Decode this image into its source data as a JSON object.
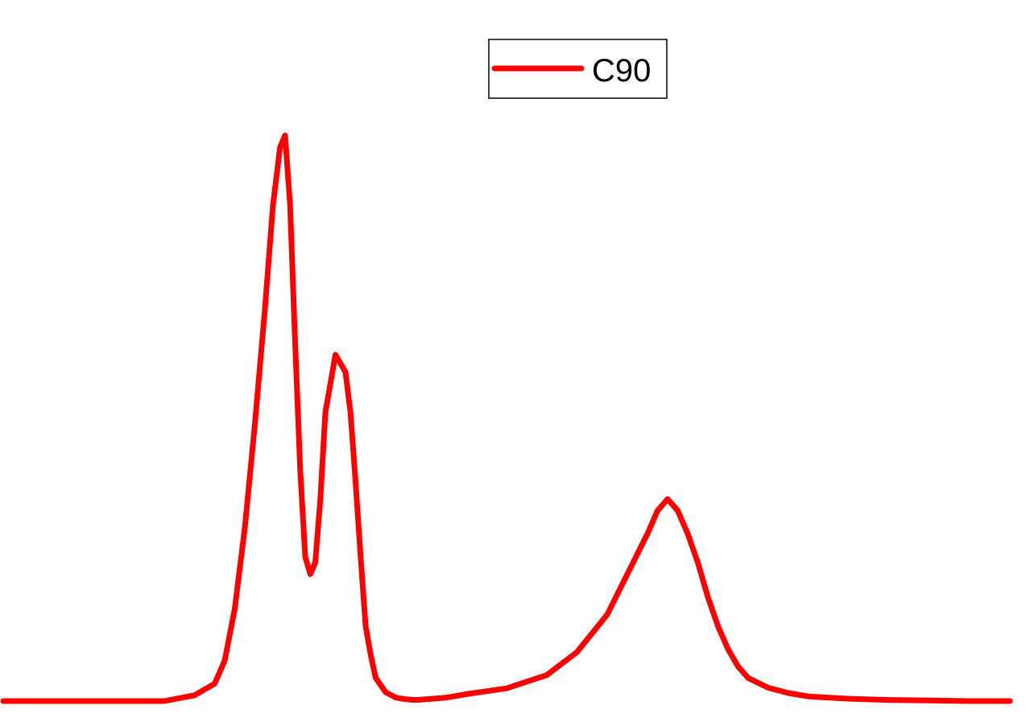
{
  "chart_data": {
    "type": "line",
    "title": "",
    "xlabel": "",
    "ylabel": "",
    "xlim": [
      0,
      100
    ],
    "ylim": [
      0,
      100
    ],
    "grid": false,
    "axes_visible": false,
    "legend": {
      "position": "top-center",
      "entries": [
        "C90"
      ]
    },
    "series": [
      {
        "name": "C90",
        "color": "#ff0000",
        "x": [
          0,
          3,
          8,
          12,
          16,
          19,
          21,
          22,
          23,
          24,
          25,
          26,
          26.8,
          27.5,
          28,
          28.5,
          29,
          29.5,
          30,
          30.5,
          31,
          31.5,
          32,
          33,
          34,
          34.5,
          35,
          35.5,
          36,
          36.5,
          37,
          38,
          39,
          40,
          41,
          42,
          44,
          46,
          50,
          54,
          57,
          60,
          62,
          64,
          65,
          66,
          67,
          68,
          69,
          70,
          71,
          72,
          73,
          74,
          76,
          78,
          80,
          84,
          88,
          92,
          96,
          100
        ],
        "y": [
          0,
          0,
          0,
          0,
          0,
          1,
          3,
          7,
          16,
          30,
          48,
          68,
          86,
          96,
          98,
          86,
          62,
          40,
          25,
          22,
          24,
          35,
          50,
          60,
          57,
          50,
          38,
          25,
          13,
          8,
          4,
          1.5,
          0.6,
          0.3,
          0.2,
          0.3,
          0.6,
          1.2,
          2.2,
          4.5,
          8.5,
          15,
          22,
          29,
          33,
          35,
          33,
          29,
          24,
          18,
          13,
          9,
          6,
          4,
          2.3,
          1.4,
          0.8,
          0.4,
          0.2,
          0.1,
          0,
          0
        ]
      }
    ]
  }
}
